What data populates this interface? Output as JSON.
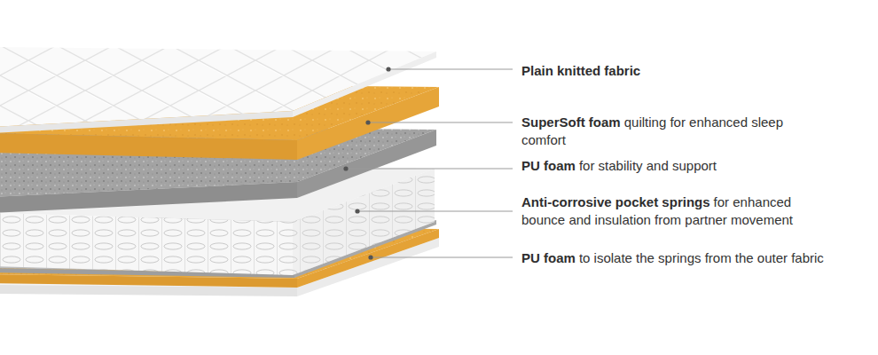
{
  "diagram": {
    "labels": [
      "Plain knitted fabric",
      "SuperSoft foam",
      "quilting for enhanced sleep comfort",
      "PU foam",
      "for stability and support",
      "Anti-corrosive pocket springs",
      "for enhanced bounce and insulation from partner movement",
      "PU foam",
      "to isolate the springs from the outer fabric"
    ]
  }
}
